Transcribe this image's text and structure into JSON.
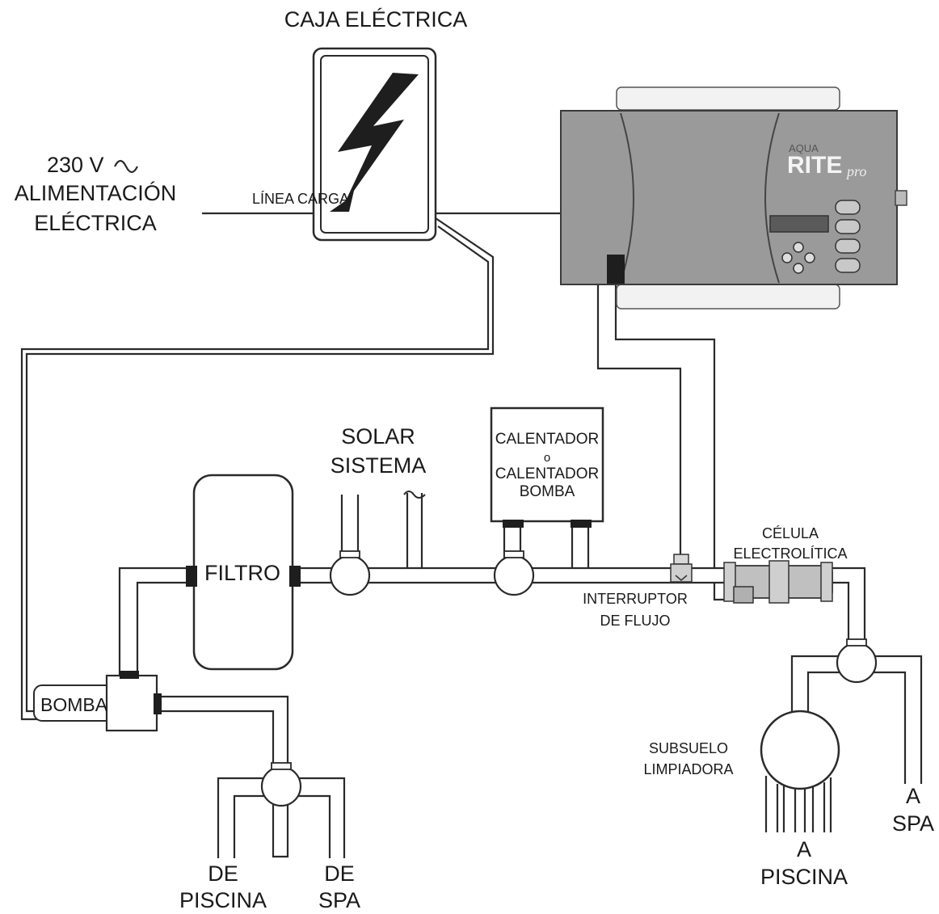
{
  "labels": {
    "electrical_box": "CAJA ELÉCTRICA",
    "power_voltage": "230 V",
    "power_line1": "ALIMENTACIÓN",
    "power_line2": "ELÉCTRICA",
    "line_load": "LÍNEA CARGA",
    "controller_brand_small": "AQUA",
    "controller_brand": "RITE",
    "controller_brand_suffix": "pro",
    "solar_line1": "SOLAR",
    "solar_line2": "SISTEMA",
    "heater_line1": "CALENTADOR",
    "heater_line2": "o",
    "heater_line3": "CALENTADOR",
    "heater_line4": "BOMBA",
    "filter": "FILTRO",
    "pump": "BOMBA",
    "cell_line1": "CÉLULA",
    "cell_line2": "ELECTROLÍTICA",
    "flow_switch_line1": "INTERRUPTOR",
    "flow_switch_line2": "DE FLUJO",
    "cleaner_line1": "SUBSUELO",
    "cleaner_line2": "LIMPIADORA",
    "from_pool_line1": "DE",
    "from_pool_line2": "PISCINA",
    "from_spa_line1": "DE",
    "from_spa_line2": "SPA",
    "to_pool_line1": "A",
    "to_pool_line2": "PISCINA",
    "to_spa_line1": "A",
    "to_spa_line2": "SPA"
  },
  "icons": {
    "lightning": "lightning-bolt-icon",
    "ac_symbol": "alternating-current-icon"
  },
  "colors": {
    "controller_body": "#9a9a9a",
    "line": "#2a2a2a",
    "connector": "#1e1e1e"
  }
}
